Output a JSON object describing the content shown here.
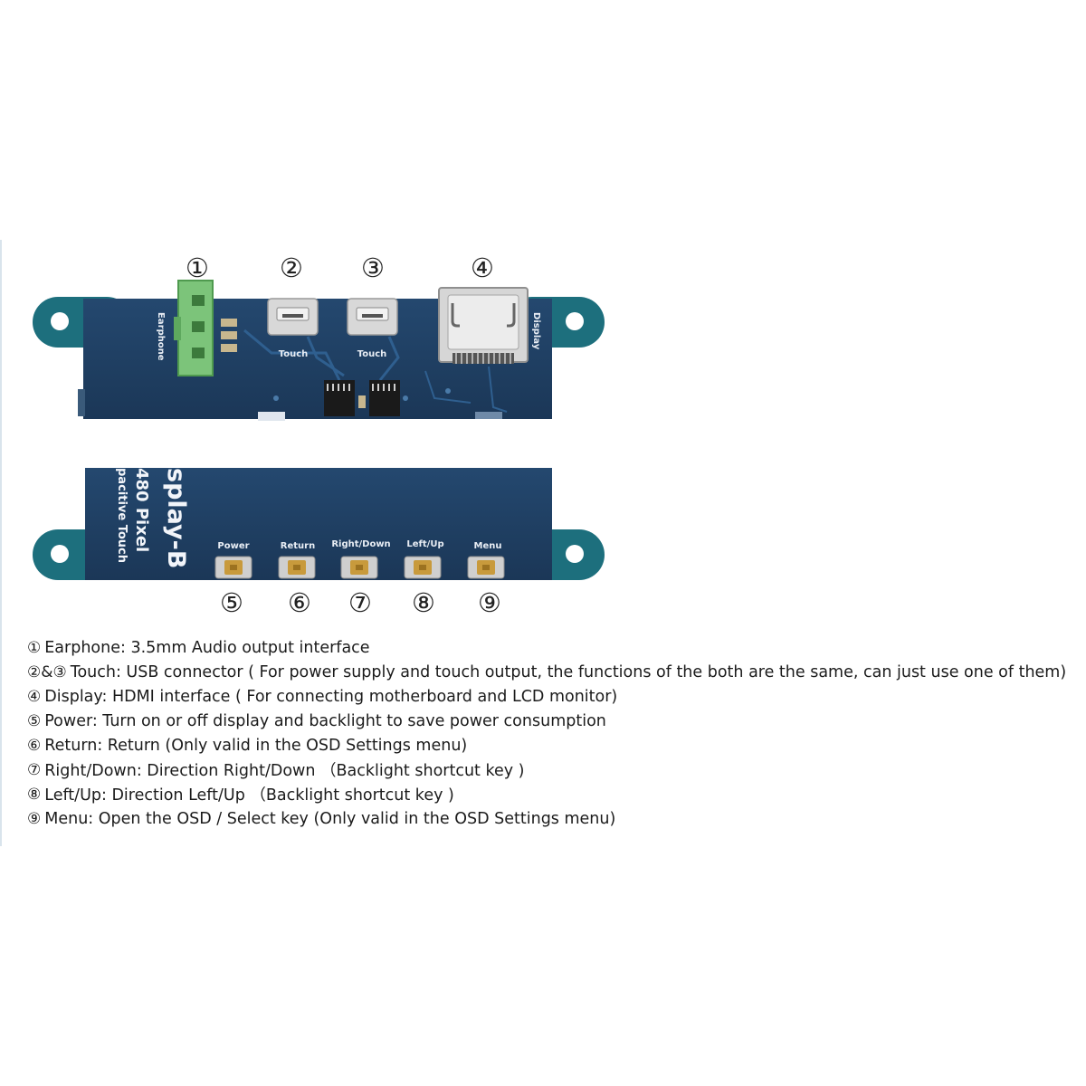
{
  "callouts": {
    "top": [
      "①",
      "②",
      "③",
      "④"
    ],
    "bottom": [
      "⑤",
      "⑥",
      "⑦",
      "⑧",
      "⑨"
    ]
  },
  "board_top": {
    "earphone_label": "Earphone",
    "touch_label_1": "Touch",
    "touch_label_2": "Touch",
    "display_label": "Display"
  },
  "board_bottom": {
    "title_line_1": "splay-B",
    "title_line_2": "480 Pixel",
    "title_line_3": "pacitive Touch",
    "buttons": [
      "Power",
      "Return",
      "Right/Down",
      "Left/Up",
      "Menu"
    ]
  },
  "legend": [
    {
      "marks": "①",
      "text": "Earphone: 3.5mm Audio output interface"
    },
    {
      "marks": "②&③",
      "text": "Touch: USB connector ( For power supply and touch output, the functions of the both are the same, can just use one of them)"
    },
    {
      "marks": "④",
      "text": "Display: HDMI interface ( For connecting motherboard and LCD monitor)"
    },
    {
      "marks": "⑤",
      "text": "Power: Turn on or off display and backlight to save power consumption"
    },
    {
      "marks": "⑥",
      "text": "Return: Return (Only valid in the OSD Settings menu)"
    },
    {
      "marks": "⑦",
      "text": "Right/Down: Direction Right/Down （Backlight shortcut key )"
    },
    {
      "marks": "⑧",
      "text": "Left/Up: Direction Left/Up （Backlight shortcut key )"
    },
    {
      "marks": "⑨",
      "text": "Menu: Open the OSD / Select key (Only valid in the OSD Settings menu)"
    }
  ],
  "colors": {
    "pcb": "#1f3f63",
    "pcb_light": "#2a5580",
    "mount_tab": "#1d6f7d",
    "connector_green": "#7cc47a",
    "button_gold": "#c89a3c",
    "usb_silver": "#d8d8d8"
  }
}
